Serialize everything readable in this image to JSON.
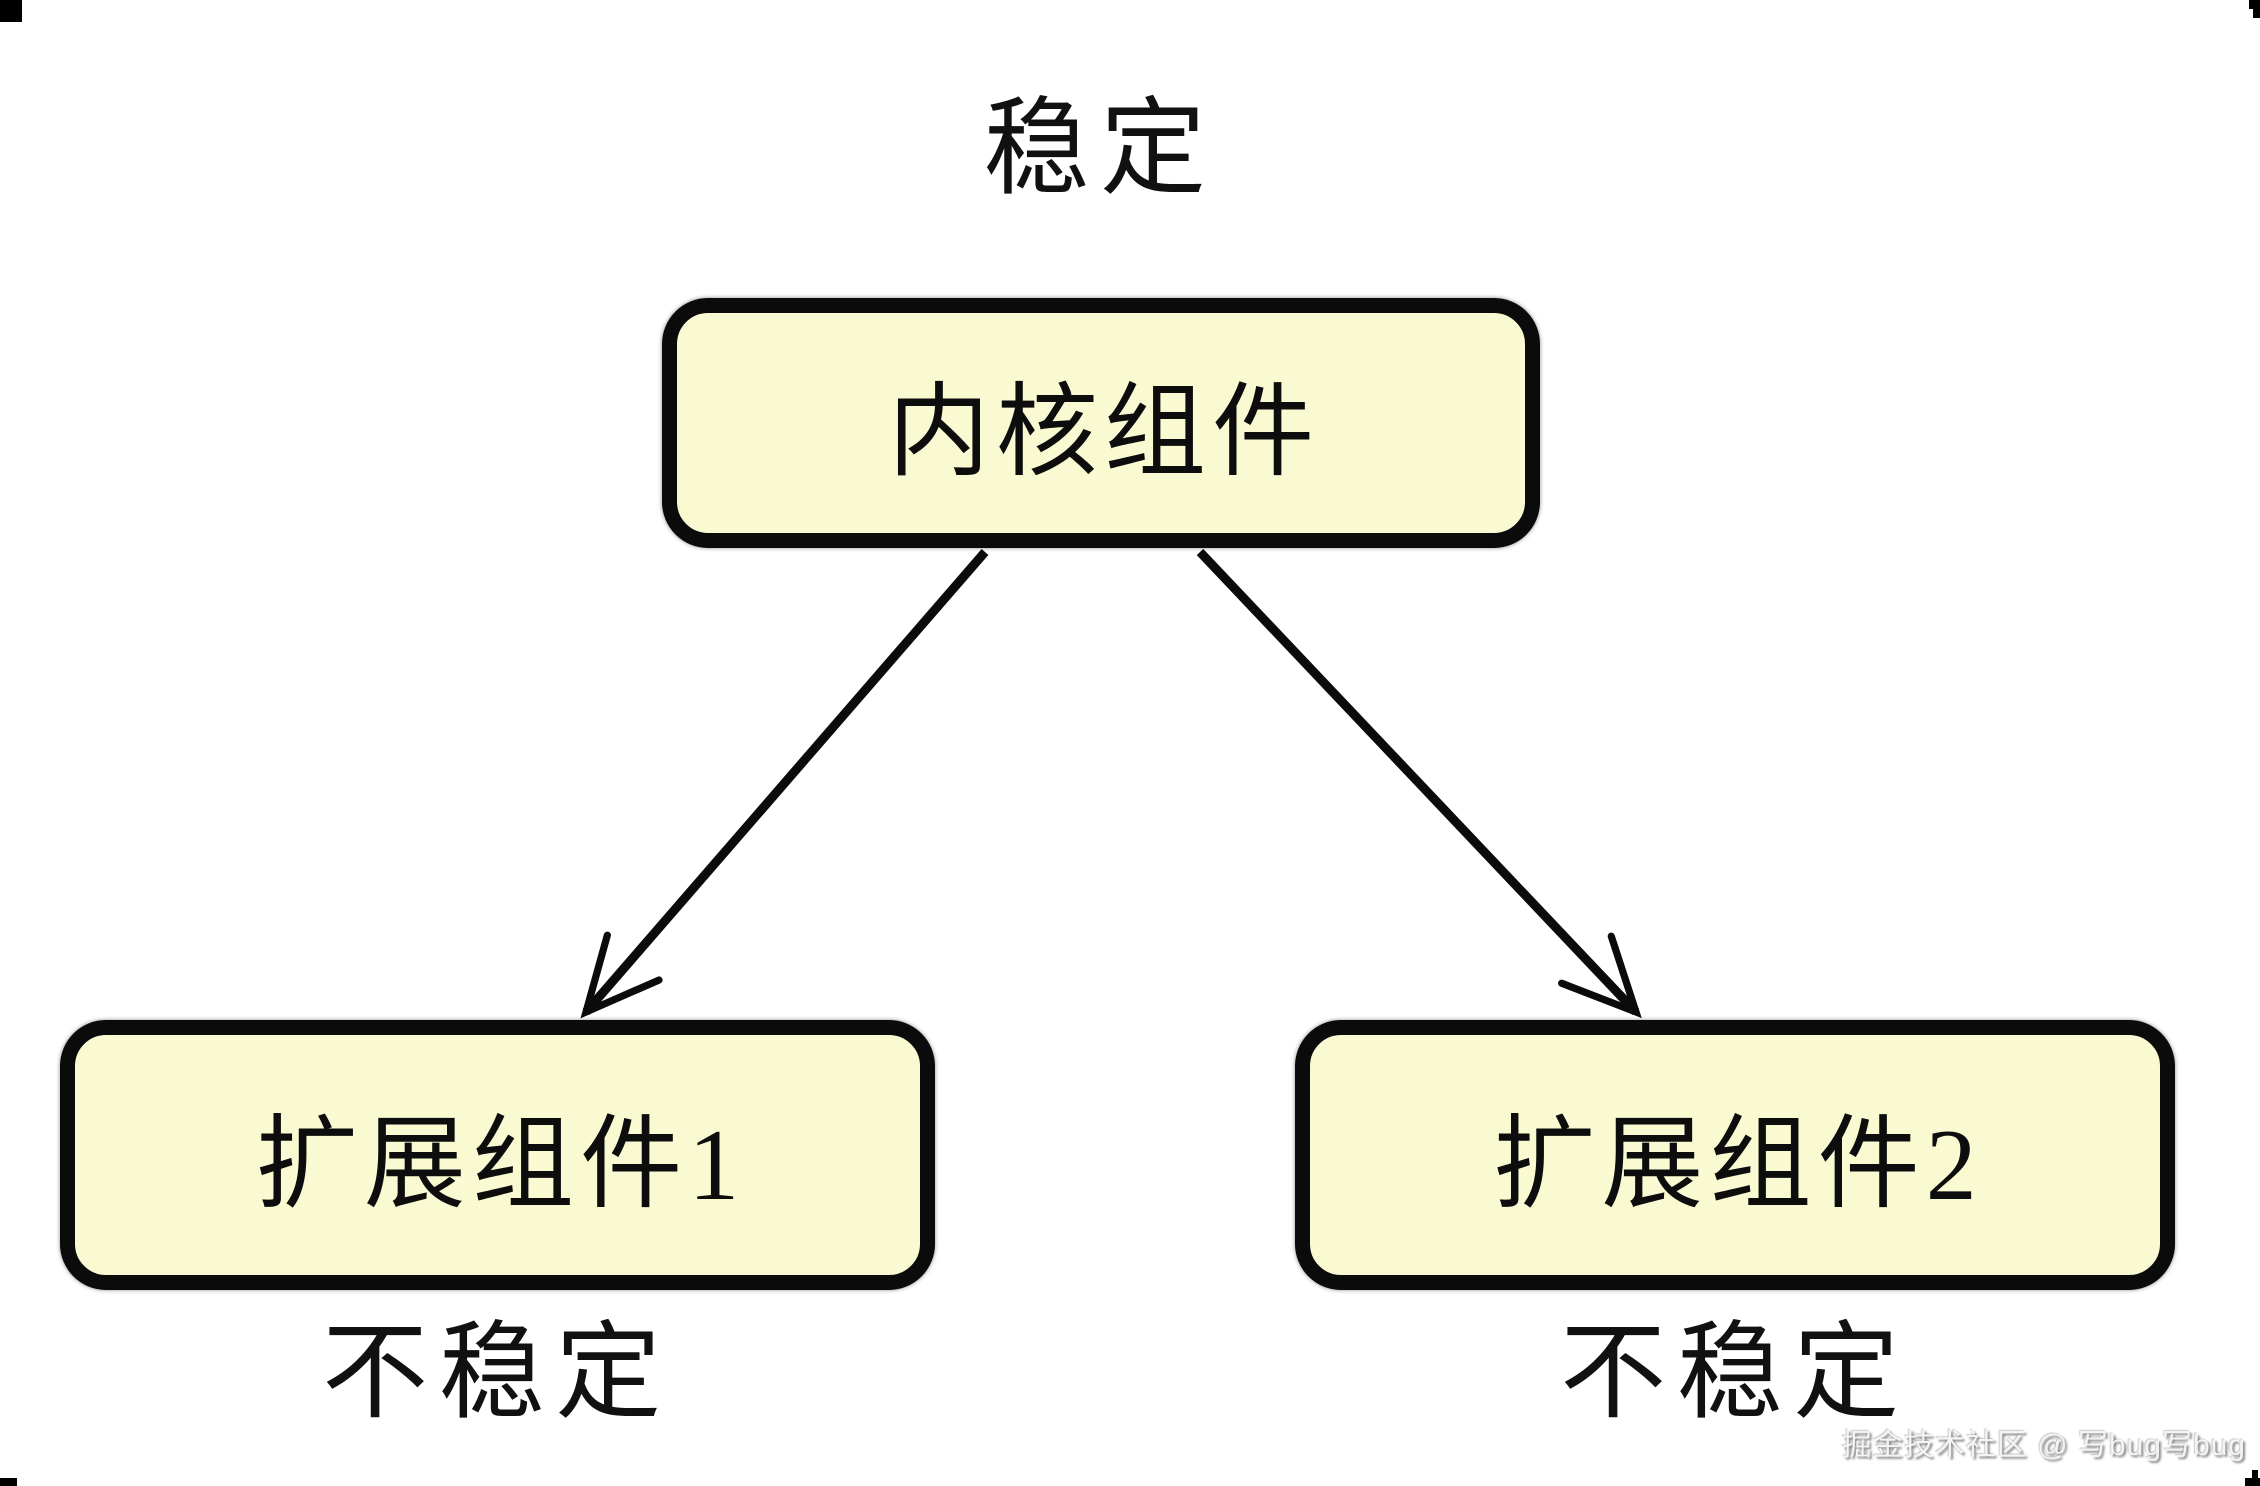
{
  "diagram": {
    "top_caption": "稳定",
    "nodes": [
      {
        "id": "core",
        "label": "内核组件"
      },
      {
        "id": "ext1",
        "label": "扩展组件1",
        "caption": "不稳定"
      },
      {
        "id": "ext2",
        "label": "扩展组件2",
        "caption": "不稳定"
      }
    ],
    "edges": [
      {
        "from": "core",
        "to": "ext1",
        "arrowhead": "open"
      },
      {
        "from": "core",
        "to": "ext2",
        "arrowhead": "open"
      }
    ],
    "colors": {
      "background": "#ffffff",
      "node_fill": "#FAFAD2",
      "node_border": "#0b0b0b",
      "text": "#111111",
      "corner_mark": "#000000"
    }
  },
  "watermark": {
    "text": "掘金技术社区 @ 写bug写bug"
  }
}
